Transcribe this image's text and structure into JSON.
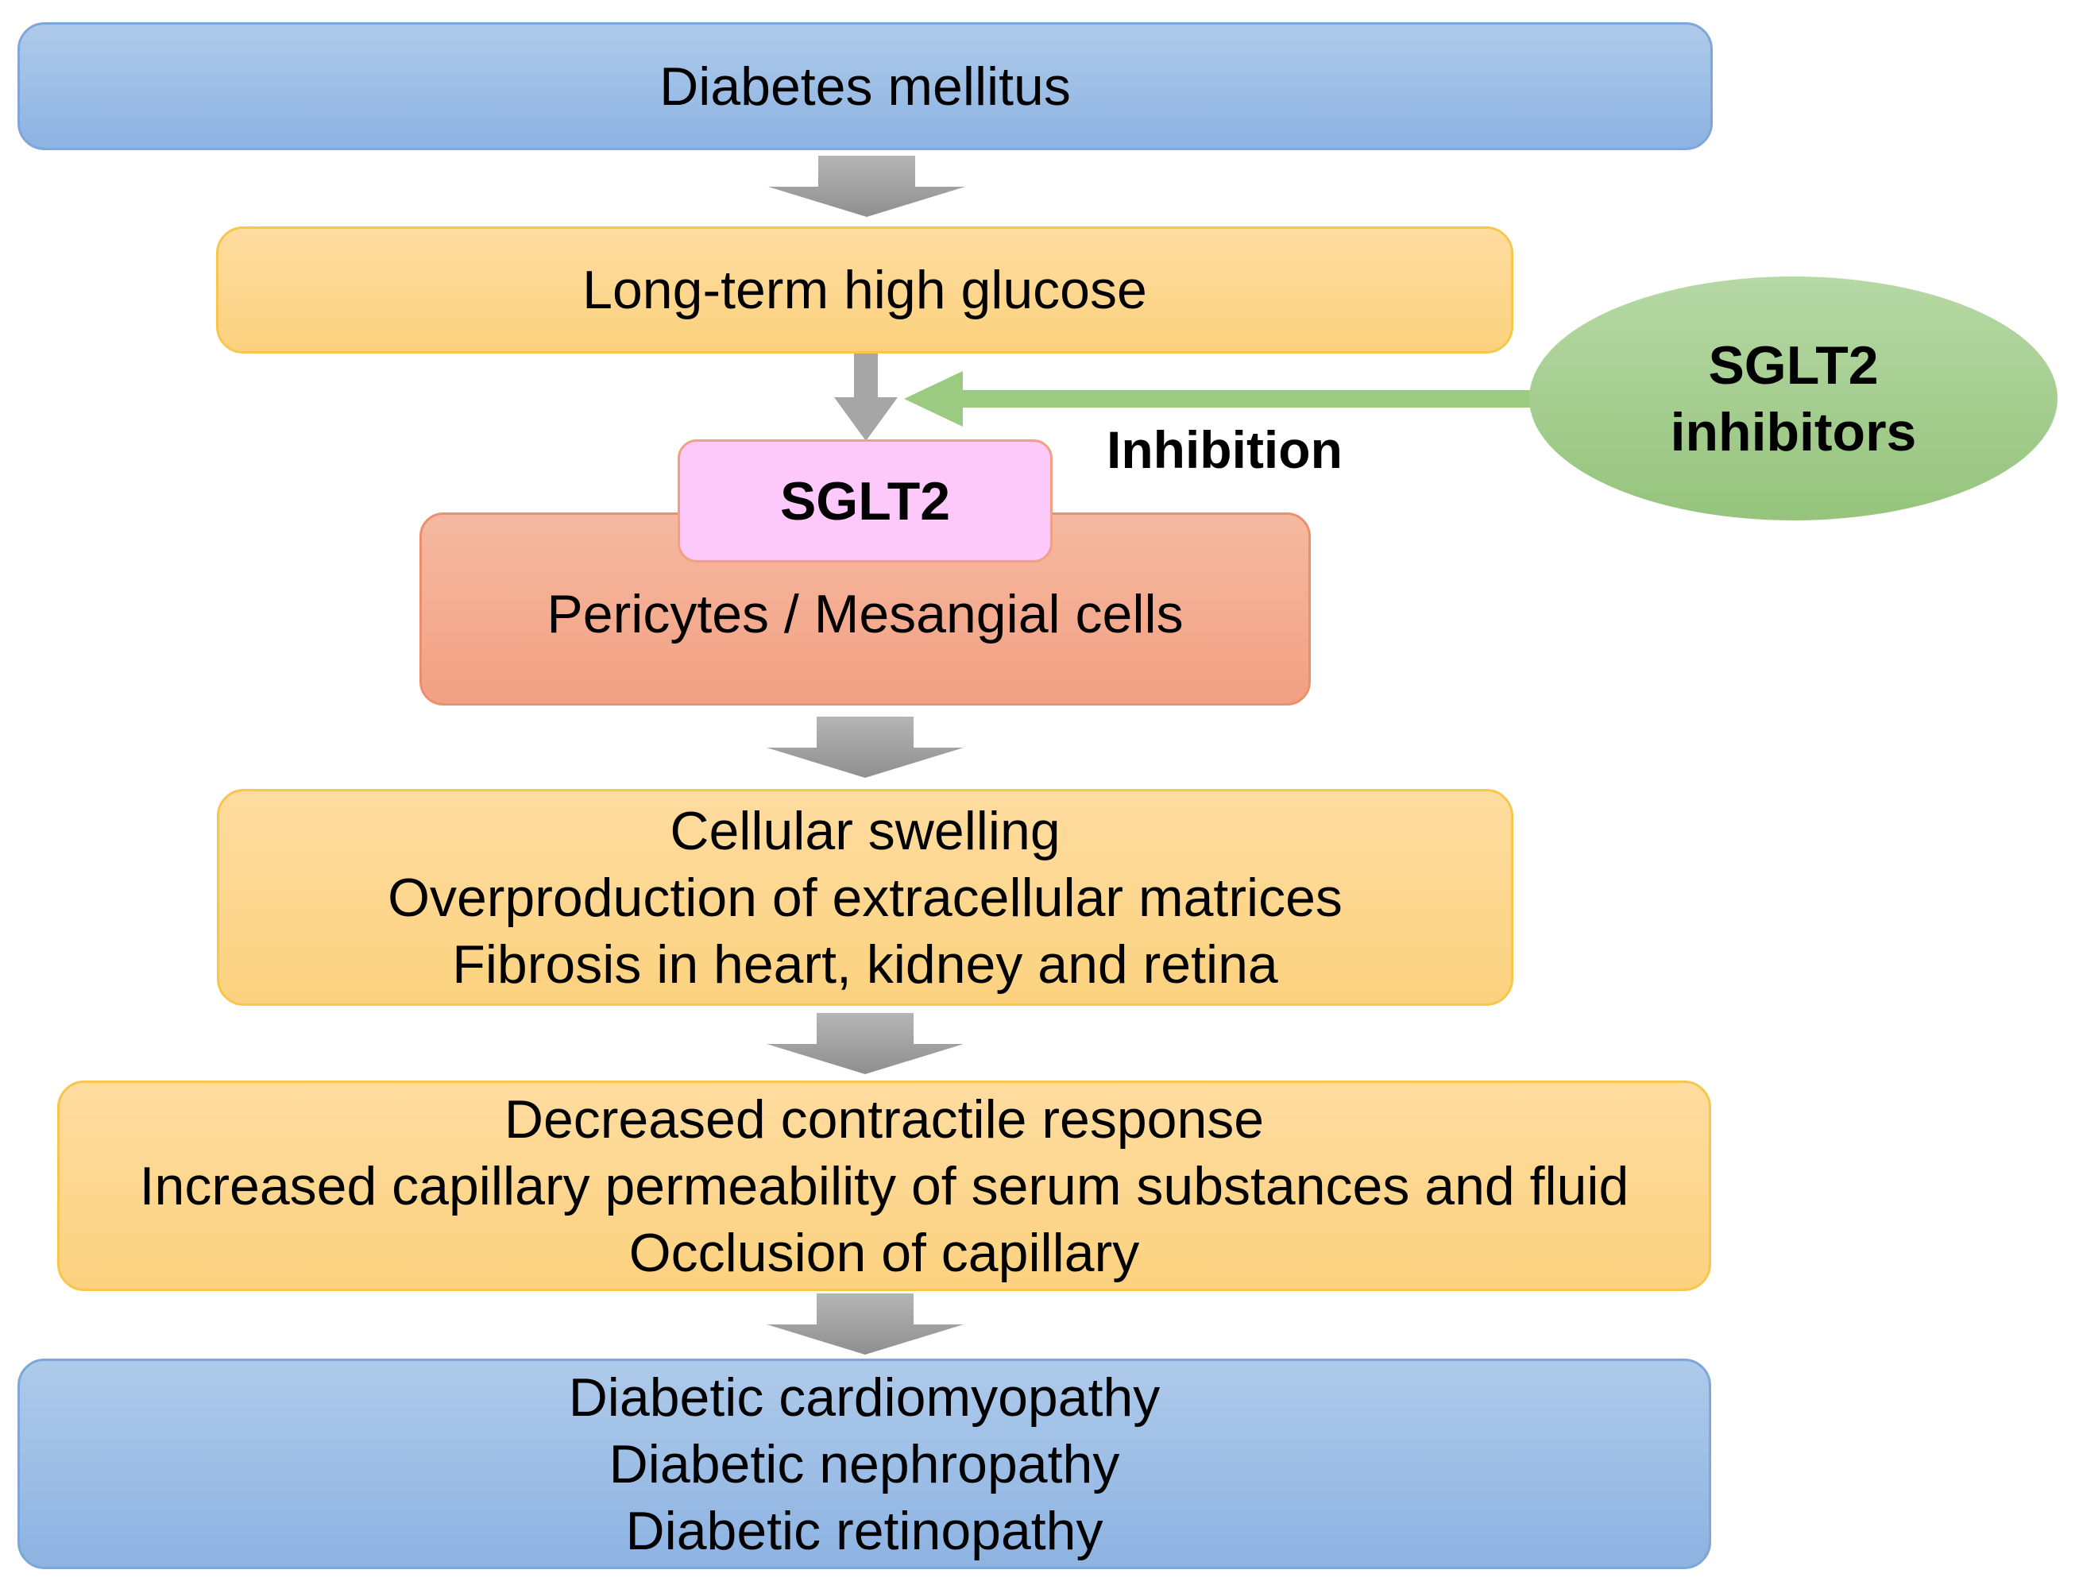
{
  "nodes": {
    "diabetes": "Diabetes mellitus",
    "glucose": "Long-term high glucose",
    "sglt2": "SGLT2",
    "cells": "Pericytes / Mesangial cells",
    "effects1": [
      "Cellular swelling",
      "Overproduction of extracellular matrices",
      "Fibrosis in heart, kidney and retina"
    ],
    "effects2": [
      "Decreased contractile response",
      "Increased capillary permeability of serum substances and fluid",
      "Occlusion of capillary"
    ],
    "outcomes": [
      "Diabetic cardiomyopathy",
      "Diabetic nephropathy",
      "Diabetic retinopathy"
    ],
    "inhibitor": [
      "SGLT2",
      "inhibitors"
    ]
  },
  "edge_labels": {
    "inhibition": "Inhibition"
  },
  "colors": {
    "blue_box": "#8db3e2",
    "yellow_box": "#fcd27f",
    "red_box": "#f2a082",
    "pink_box": "#fdc9fb",
    "green_ellipse": "#95c47c",
    "arrow_gray": "#a6a6a6",
    "arrow_green": "#9bcb80"
  }
}
